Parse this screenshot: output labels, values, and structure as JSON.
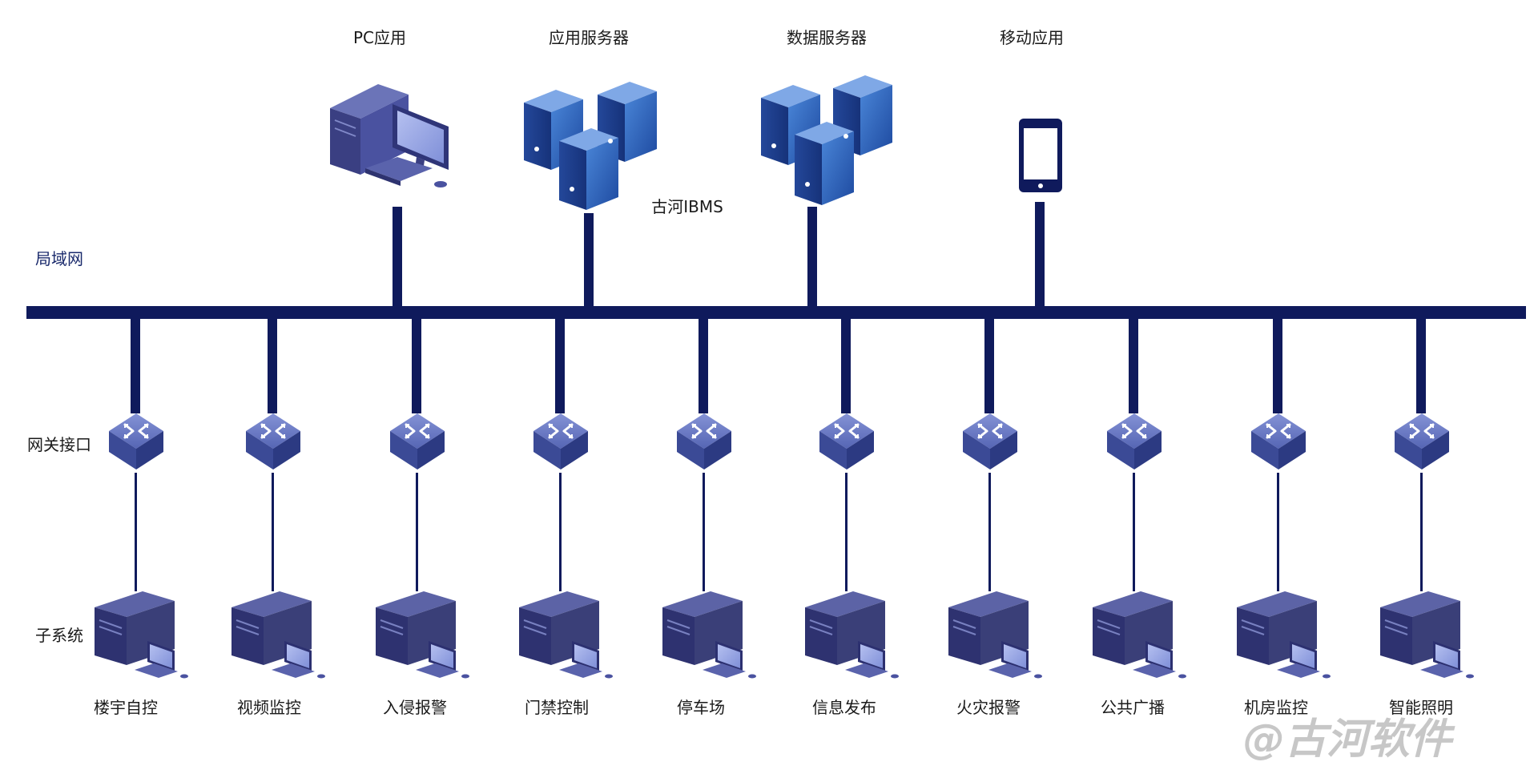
{
  "labels": {
    "lan": "局域网",
    "gateway": "网关接口",
    "subsystem": "子系统",
    "ibms": "古河IBMS"
  },
  "top_nodes": [
    {
      "label": "PC应用",
      "icon": "pc-icon"
    },
    {
      "label": "应用服务器",
      "icon": "server-cluster-icon"
    },
    {
      "label": "数据服务器",
      "icon": "server-cluster-icon"
    },
    {
      "label": "移动应用",
      "icon": "mobile-icon"
    }
  ],
  "subsystems": [
    {
      "label": "楼宇自控"
    },
    {
      "label": "视频监控"
    },
    {
      "label": "入侵报警"
    },
    {
      "label": "门禁控制"
    },
    {
      "label": "停车场"
    },
    {
      "label": "信息发布"
    },
    {
      "label": "火灾报警"
    },
    {
      "label": "公共广播"
    },
    {
      "label": "机房监控"
    },
    {
      "label": "智能照明"
    }
  ],
  "watermark": "@古河软件",
  "colors": {
    "bus": "#0f1a5c",
    "router_top": "#6a7ac6",
    "router_side": "#3b4a96",
    "server_front": "#2f5fb4",
    "server_side": "#1d3c86",
    "computer": "#3a3f78"
  }
}
